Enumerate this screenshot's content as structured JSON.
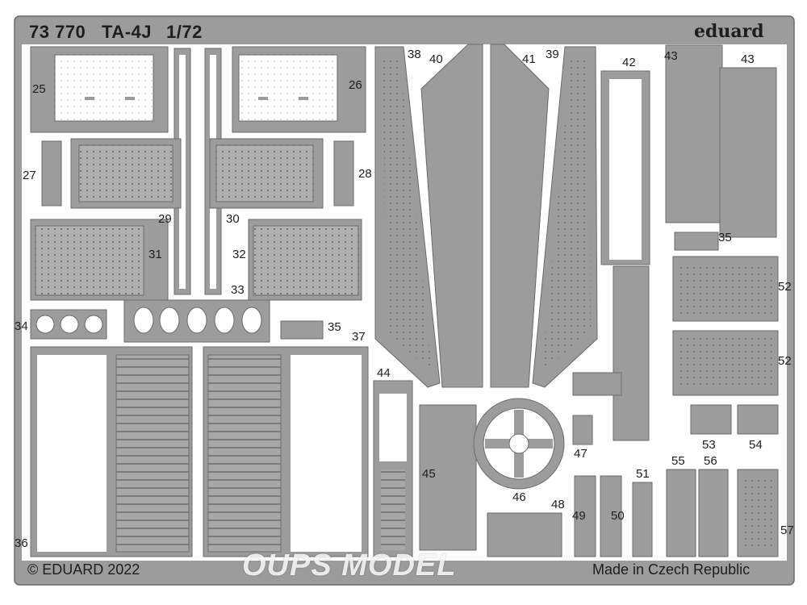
{
  "sheet": {
    "set_number": "73 770",
    "model": "TA-4J",
    "scale": "1/72",
    "brand_logo": "eduard",
    "copyright": "© EDUARD 2022",
    "origin": "Made in Czech Republic",
    "watermark": "OUPS MODEL"
  },
  "part_numbers": [
    "25",
    "26",
    "27",
    "28",
    "29",
    "30",
    "31",
    "32",
    "33",
    "34",
    "35",
    "35",
    "36",
    "37",
    "38",
    "39",
    "40",
    "41",
    "42",
    "43",
    "43",
    "44",
    "45",
    "46",
    "47",
    "48",
    "49",
    "50",
    "51",
    "52",
    "52",
    "53",
    "54",
    "55",
    "56",
    "57"
  ],
  "colors": {
    "background": "#ffffff",
    "fret": "#9c9c9c",
    "fret_edge": "#6b6b6b",
    "cutout": "#ffffff",
    "ink": "#1e1e1e"
  }
}
